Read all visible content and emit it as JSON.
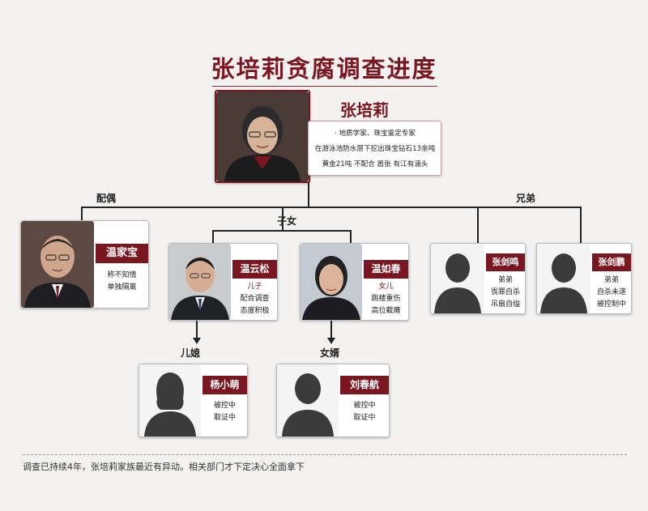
{
  "title": "张培莉贪腐调查进度",
  "main": {
    "name": "张培莉",
    "lines": [
      "· 地质学家、珠宝鉴定专家",
      "在游泳池防水层下挖出珠宝钻石13余吨",
      "黄金21吨 不配合 嚣张 有江有涵头"
    ]
  },
  "labels": {
    "spouse": "配偶",
    "children": "子女",
    "siblings": "兄弟",
    "son_wife": "儿媳",
    "son_in_law": "女婿"
  },
  "members": {
    "husband": {
      "name": "温家宝",
      "lines": [
        "称不知情",
        "单独隔离"
      ]
    },
    "son": {
      "name": "温云松",
      "role": "儿子",
      "lines": [
        "配合调查",
        "态度积极"
      ]
    },
    "daughter": {
      "name": "温如春",
      "role": "女儿",
      "lines": [
        "跳楼重伤",
        "高位截瘫"
      ]
    },
    "brother1": {
      "name": "张剑鸣",
      "role": "弟弟",
      "lines": [
        "畏罪自杀",
        "吊扇自缢"
      ]
    },
    "brother2": {
      "name": "张剑鹏",
      "role": "弟弟",
      "lines": [
        "自杀未遂",
        "被控制中"
      ]
    },
    "daughter_in_law": {
      "name": "杨小萌",
      "lines": [
        "被控中",
        "取证中"
      ]
    },
    "son_in_law": {
      "name": "刘春航",
      "lines": [
        "被控中",
        "取证中"
      ]
    }
  },
  "footer": "调查已持续4年，张培莉家族最近有异动。相关部门才下定决心全面拿下",
  "colors": {
    "accent": "#7a1620",
    "silhouette": "#3b3b3b"
  }
}
